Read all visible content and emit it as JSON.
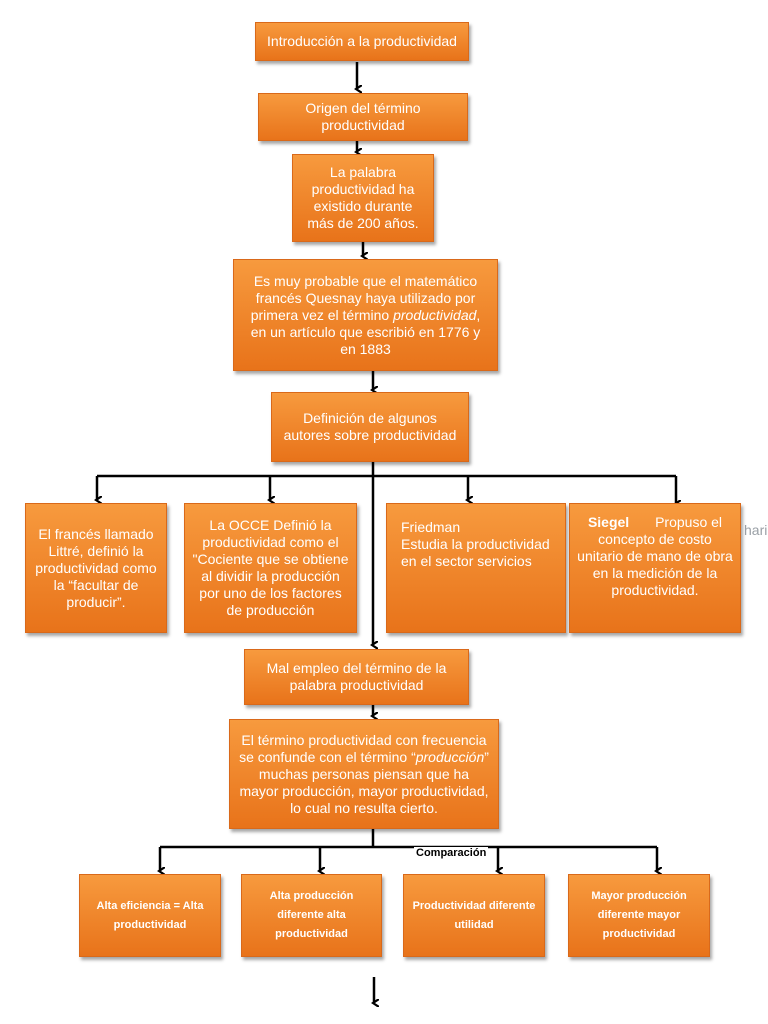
{
  "nodes": {
    "intro": "Introducción a la productividad",
    "origen": "Origen del término productividad",
    "palabra": "La palabra productividad ha existido durante más de 200 años.",
    "quesnay_pre": "Es muy probable que el matemático francés Quesnay haya utilizado por primera vez el término ",
    "quesnay_em": "productividad",
    "quesnay_post": ", en un artículo que escribió en 1776 y en 1883",
    "definicion": "Definición de algunos autores sobre productividad",
    "littre": "El  francés llamado Littré, definió la productividad como la “facultar de producir”.",
    "occe": "La OCCE Definió la productividad como el \"Cociente que se obtiene al dividir la producción por uno de los factores de producción",
    "friedman_name": "Friedman",
    "friedman_text": "Estudia la productividad en el sector servicios",
    "siegel_name": "Siegel",
    "siegel_text": "Propuso el concepto de costo unitario de mano de obra en la medición de la productividad.",
    "siegel_clip": "hari",
    "mal_empleo": "Mal empleo del término de la palabra productividad",
    "confunde_pre": "El término productividad con frecuencia se confunde con el término “",
    "confunde_em": "producción",
    "confunde_post": "” muchas personas piensan que ha mayor producción, mayor productividad, lo cual no resulta cierto.",
    "comparacion": "Comparación",
    "alta_eficiencia": "Alta eficiencia = Alta productividad",
    "alta_produccion": "Alta producción diferente alta productividad",
    "prod_utilidad": "Productividad diferente utilidad",
    "mayor_produccion": "Mayor producción diferente mayor productividad"
  },
  "colors": {
    "box": "#f0821f",
    "connector": "#000000"
  }
}
